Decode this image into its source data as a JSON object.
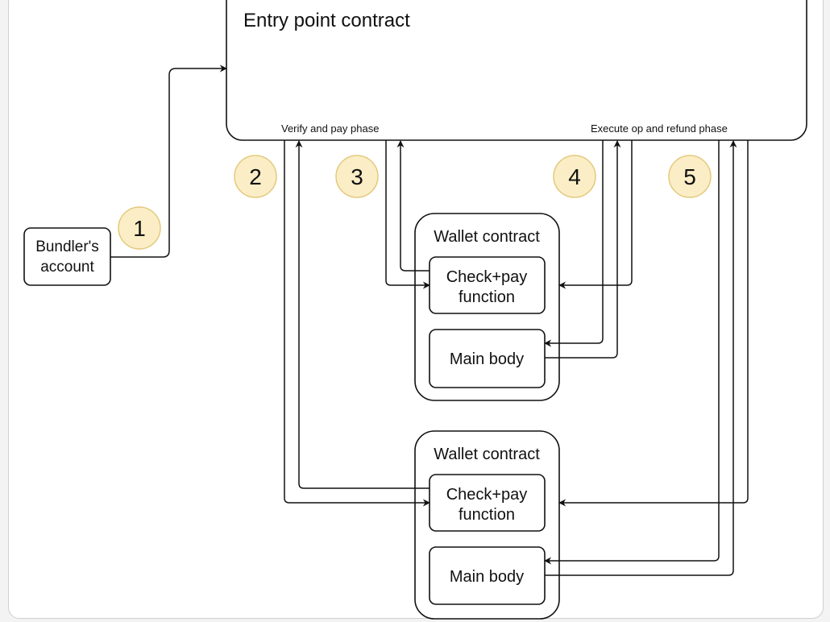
{
  "entry_point": {
    "title": "Entry point contract",
    "verify_phase": "Verify and pay phase",
    "execute_phase": "Execute op and refund phase"
  },
  "bundler": {
    "line1": "Bundler's",
    "line2": "account"
  },
  "steps": [
    "1",
    "2",
    "3",
    "4",
    "5"
  ],
  "wallets": [
    {
      "title": "Wallet contract",
      "check_line1": "Check+pay",
      "check_line2": "function",
      "main_body": "Main body"
    },
    {
      "title": "Wallet contract",
      "check_line1": "Check+pay",
      "check_line2": "function",
      "main_body": "Main body"
    }
  ],
  "colors": {
    "badge_fill": "#fbeec6",
    "badge_stroke": "#e3c97e",
    "line": "#111111"
  }
}
